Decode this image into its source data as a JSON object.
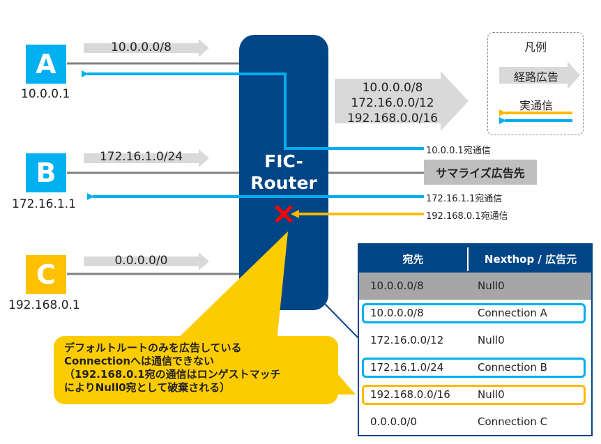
{
  "colors": {
    "router": "#004586",
    "node_blue": "#00b0f0",
    "node_yellow": "#ffc000",
    "comm_blue": "#00aeef",
    "comm_yellow": "#ffb900",
    "advert_gray": "#d9d9d9",
    "drop_mark": "#ff0000",
    "callout": "#fccc00"
  },
  "nodes": [
    {
      "letter": "A",
      "ip": "10.0.0.1",
      "advertised": "10.0.0.0/8"
    },
    {
      "letter": "B",
      "ip": "172.16.1.1",
      "advertised": "172.16.1.0/24"
    },
    {
      "letter": "C",
      "ip": "192.168.0.1",
      "advertised": "0.0.0.0/0"
    }
  ],
  "router": {
    "line1": "FIC-",
    "line2": "Router"
  },
  "summary_advertisement": [
    "10.0.0.0/8",
    "172.16.0.0/12",
    "192.168.0.0/16"
  ],
  "summary_target": "サマライズ広告先",
  "flows": [
    {
      "label": "10.0.0.1宛通信",
      "color": "blue",
      "result": "delivered to A"
    },
    {
      "label": "172.16.1.1宛通信",
      "color": "blue",
      "result": "delivered to B"
    },
    {
      "label": "192.168.0.1宛通信",
      "color": "yellow",
      "result": "dropped"
    }
  ],
  "legend": {
    "title": "凡例",
    "advertisement": "経路広告",
    "communication": "実通信"
  },
  "callout": {
    "lines": [
      "デフォルトルートのみを広告している",
      "Connectionへは通信できない",
      "（192.168.0.1宛の通信はロンゲストマッチ",
      "によりNull0宛として破棄される）"
    ]
  },
  "route_table": {
    "headers": [
      "宛先",
      "Nexthop / 広告元"
    ],
    "rows": [
      {
        "dest": "10.0.0.0/8",
        "nexthop": "Null0",
        "style": "gray"
      },
      {
        "dest": "10.0.0.0/8",
        "nexthop": "Connection A",
        "style": "blue"
      },
      {
        "dest": "172.16.0.0/12",
        "nexthop": "Null0",
        "style": "none"
      },
      {
        "dest": "172.16.1.0/24",
        "nexthop": "Connection B",
        "style": "blue"
      },
      {
        "dest": "192.168.0.0/16",
        "nexthop": "Null0",
        "style": "yellow"
      },
      {
        "dest": "0.0.0.0/0",
        "nexthop": "Connection C",
        "style": "none"
      }
    ]
  }
}
